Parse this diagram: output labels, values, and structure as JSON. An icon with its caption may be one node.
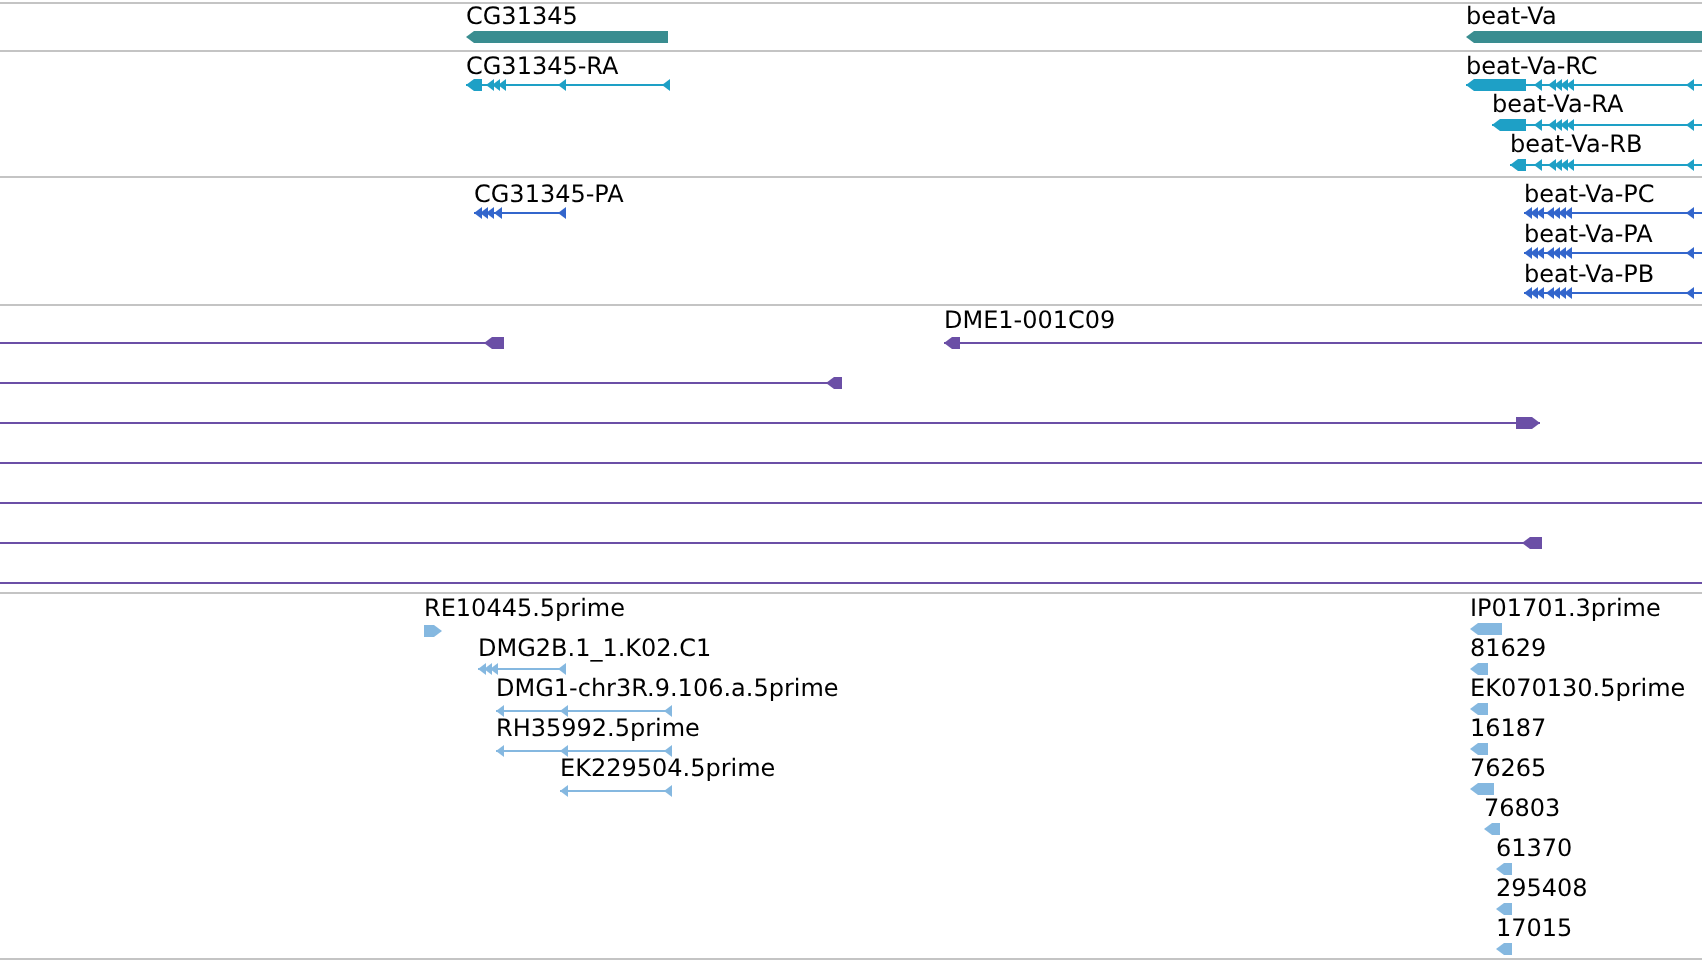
{
  "diagram": {
    "nodes": [
      {
        "text": [
          "CG31345"
        ]
      },
      {
        "text": [
          "beat-Va"
        ]
      },
      {
        "text": [
          "CG31345-RA"
        ]
      },
      {
        "text": [
          "beat-Va-RC"
        ]
      },
      {
        "text": [
          "beat-Va-RA"
        ]
      },
      {
        "text": [
          "beat-Va-RB"
        ]
      },
      {
        "text": [
          "CG31345-PA"
        ]
      },
      {
        "text": [
          "beat-Va-PC"
        ]
      },
      {
        "text": [
          "beat-Va-PA"
        ]
      },
      {
        "text": [
          "beat-Va-PB"
        ]
      },
      {
        "text": [],
        "shape": "bar"
      },
      {
        "text": [
          "DME1-001C09"
        ]
      },
      {
        "text": [],
        "shape": "bar"
      },
      {
        "text": [],
        "shape": "bar"
      },
      {
        "text": [],
        "shape": "bar"
      },
      {
        "text": [],
        "shape": "bar"
      },
      {
        "text": [],
        "shape": "bar"
      },
      {
        "text": [],
        "shape": "bar"
      },
      {
        "text": [
          "RE10445.5prime"
        ]
      },
      {
        "text": [
          "IP01701.3prime"
        ]
      },
      {
        "text": [
          "DMG2B.1_1.K02.C1"
        ]
      },
      {
        "text": [
          "81629"
        ]
      },
      {
        "text": [
          "DMG1-chr3R.9.106.a.5prime"
        ]
      },
      {
        "text": [
          "EK070130.5prime"
        ]
      },
      {
        "text": [
          "RH35992.5prime"
        ]
      },
      {
        "text": [
          "16187"
        ]
      },
      {
        "text": [
          "EK229504.5prime"
        ]
      },
      {
        "text": [
          "76265"
        ]
      },
      {
        "text": [
          "76803"
        ]
      },
      {
        "text": [
          "61370"
        ]
      },
      {
        "text": [
          "295408"
        ]
      },
      {
        "text": [
          "17015"
        ]
      }
    ]
  }
}
